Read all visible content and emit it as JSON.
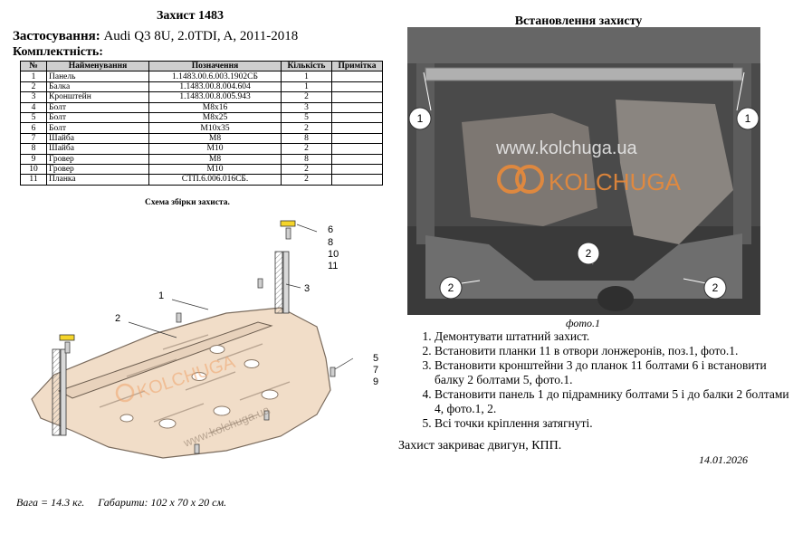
{
  "header": {
    "title": "Захист 1483",
    "application_label": "Застосування:",
    "application_value": "Audi Q3 8U, 2.0TDI, A, 2011-2018",
    "kit_label": "Комплектність:"
  },
  "parts_table": {
    "columns": [
      "№",
      "Найменування",
      "Позначення",
      "Кількість",
      "Примітка"
    ],
    "rows": [
      [
        "1",
        "Панель",
        "1.1483.00.6.003.1902СБ",
        "1",
        ""
      ],
      [
        "2",
        "Балка",
        "1.1483.00.8.004.604",
        "1",
        ""
      ],
      [
        "3",
        "Кронштейн",
        "1.1483.00.8.005.943",
        "2",
        ""
      ],
      [
        "4",
        "Болт",
        "М8х16",
        "3",
        ""
      ],
      [
        "5",
        "Болт",
        "М8х25",
        "5",
        ""
      ],
      [
        "6",
        "Болт",
        "М10х35",
        "2",
        ""
      ],
      [
        "7",
        "Шайба",
        "М8",
        "8",
        ""
      ],
      [
        "8",
        "Шайба",
        "М10",
        "2",
        ""
      ],
      [
        "9",
        "Гровер",
        "М8",
        "8",
        ""
      ],
      [
        "10",
        "Гровер",
        "М10",
        "2",
        ""
      ],
      [
        "11",
        "Планка",
        "СТП.6.006.016СБ.",
        "2",
        ""
      ]
    ]
  },
  "scheme": {
    "caption": "Схема збірки захиста.",
    "callouts": [
      "1",
      "2",
      "3",
      "5",
      "6",
      "7",
      "8",
      "9",
      "10",
      "11"
    ],
    "watermark_brand": "KOLCHUGA",
    "watermark_url": "www.kolchuga.ua"
  },
  "install": {
    "title": "Встановлення захисту",
    "photo_caption": "фото.1",
    "photo_callouts": [
      "1",
      "1",
      "2",
      "2",
      "2"
    ],
    "watermark_url": "www.kolchuga.ua",
    "watermark_brand": "KOLCHUGA",
    "steps": [
      "Демонтувати штатний захист.",
      "Встановити планки 11 в отвори лонжеронів, поз.1, фото.1.",
      "Встановити кронштейни 3 до планок 11 болтами 6 і встановити балку 2 болтами 5, фото.1.",
      "Встановити панель 1 до підрамнику болтами 5 і до балки 2 болтами 4, фото.1, 2.",
      "Всі точки кріплення затягнуті."
    ],
    "summary": "Захист закриває двигун, КПП.",
    "date": "14.01.2026"
  },
  "footer": {
    "weight": "Вага = 14.3 кг.",
    "dimensions": "Габарити: 102 х 70 х 20 см."
  },
  "colors": {
    "table_header": "#cfcfcf",
    "plate_fill": "#f1ddc8",
    "brand_orange": "#f0a36b"
  }
}
